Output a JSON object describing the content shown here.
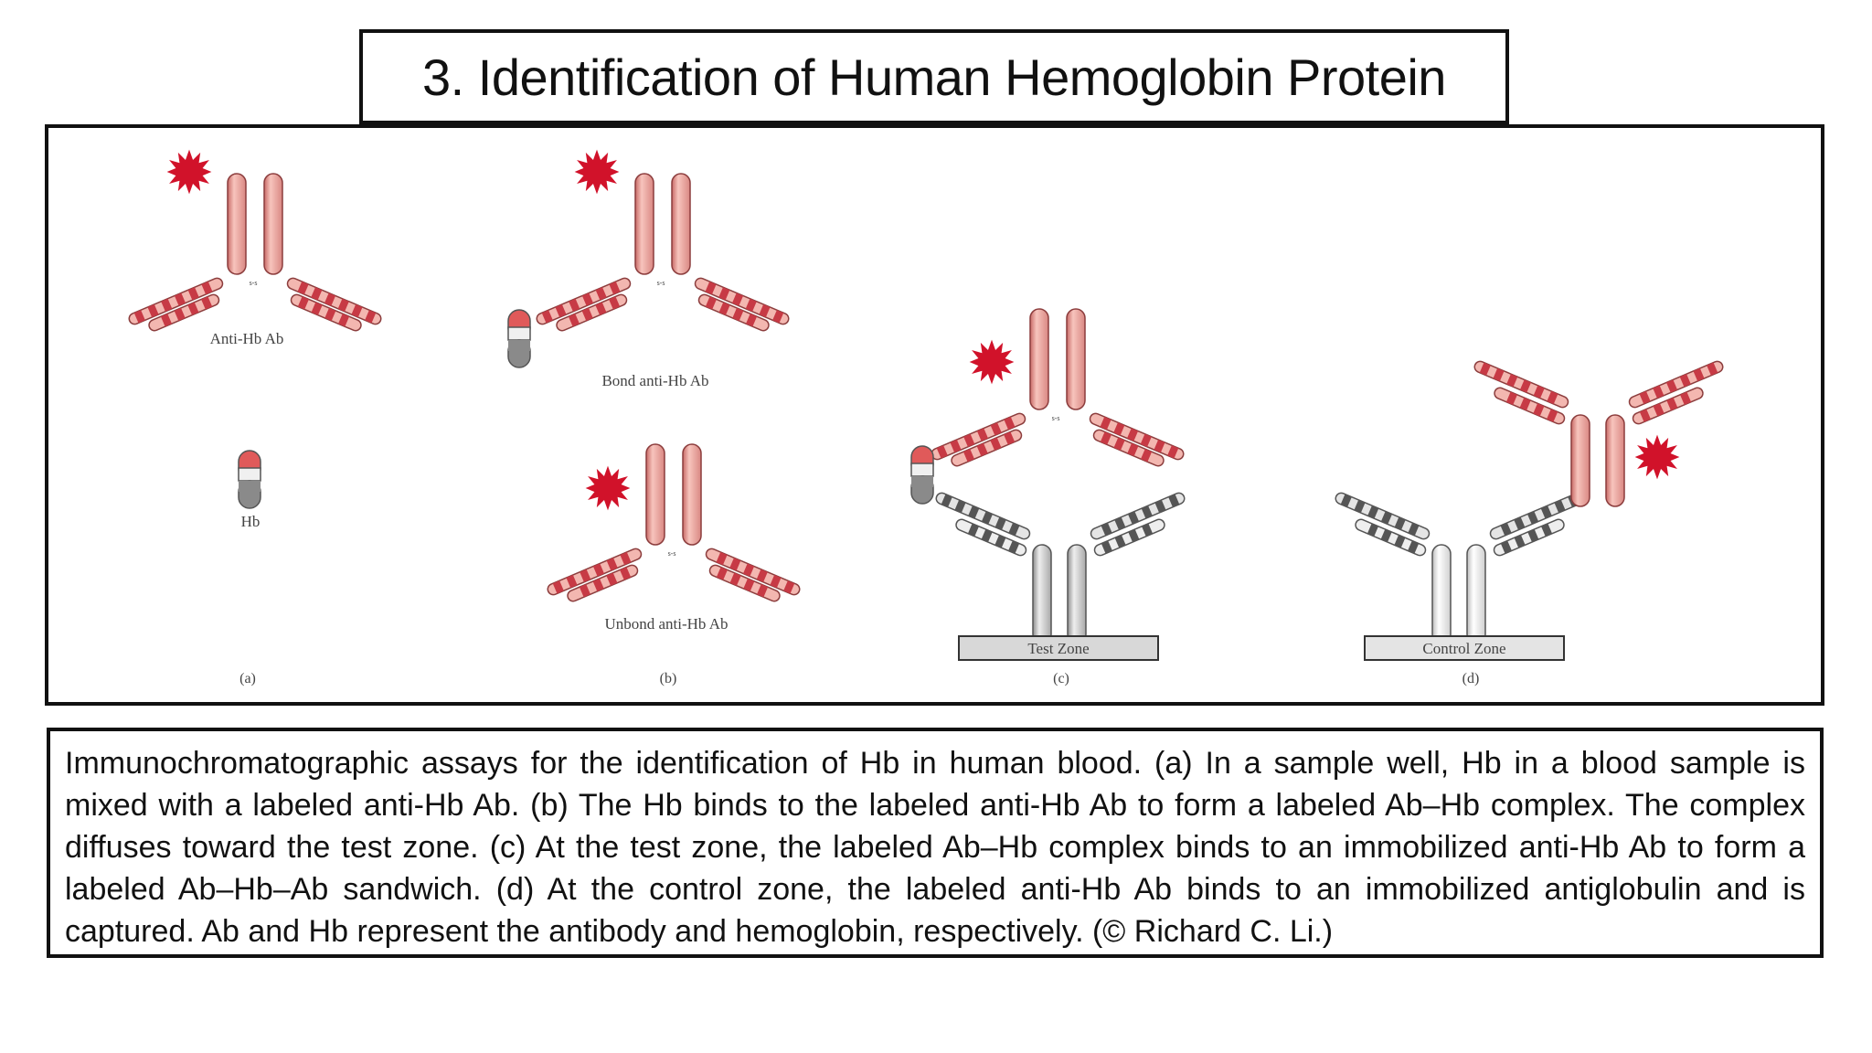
{
  "slide": {
    "title": "3. Identification of Human Hemoglobin Protein",
    "caption": "Immunochromatographic assays for the identification of Hb in human blood. (a) In a sample well, Hb in a blood sample is mixed with a labeled anti-Hb Ab. (b) The Hb binds to the labeled anti-Hb Ab to form a labeled Ab–Hb complex. The complex diffuses toward the test zone. (c) At the test zone, the labeled Ab–Hb complex binds to an immobilized anti-Hb Ab to form a labeled Ab–Hb–Ab sandwich. (d) At the control zone, the labeled anti-Hb Ab binds to an immobilized antiglobulin and is captured. Ab and Hb represent the antibody and hemoglobin, respectively. (© Richard C. Li.)"
  },
  "figure": {
    "labels": {
      "anti_hb_ab": "Anti-Hb Ab",
      "hb": "Hb",
      "bond_anti_hb_ab": "Bond anti-Hb Ab",
      "unbond_anti_hb_ab": "Unbond anti-Hb Ab",
      "test_zone": "Test Zone",
      "control_zone": "Control Zone"
    },
    "panels": [
      "(a)",
      "(b)",
      "(c)",
      "(d)"
    ]
  },
  "colors": {
    "labeled_antibody": "#f0a9a2",
    "antibody_stripe": "#c73a45",
    "label_star": "#d1122a",
    "immobilized_antibody": "#d4d4d4",
    "hb_top": "#e05a5a",
    "hb_bottom": "#8a8a8a"
  }
}
